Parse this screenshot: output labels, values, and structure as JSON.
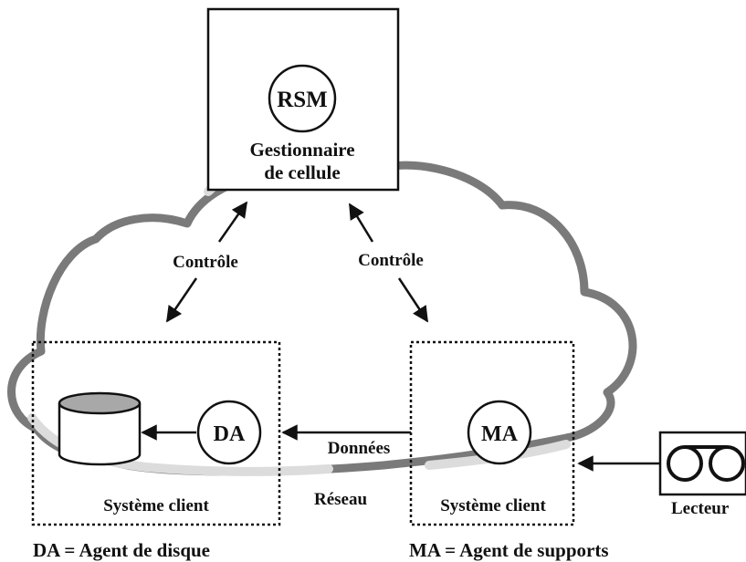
{
  "diagram": {
    "cell_manager": {
      "badge": "RSM",
      "title_line1": "Gestionnaire",
      "title_line2": "de cellule"
    },
    "control_left": "Contrôle",
    "control_right": "Contrôle",
    "client_left": {
      "badge": "DA",
      "title": "Système client"
    },
    "client_right": {
      "badge": "MA",
      "title": "Système client"
    },
    "data_label": "Données",
    "network_label": "Réseau",
    "drive_label": "Lecteur",
    "legend_da": "DA = Agent de disque",
    "legend_ma": "MA = Agent de supports"
  },
  "colors": {
    "cloud_dark": "#7a7a7a",
    "cloud_light": "#dcdcdc",
    "ink": "#111111",
    "disk_top": "#a8a8a8"
  }
}
